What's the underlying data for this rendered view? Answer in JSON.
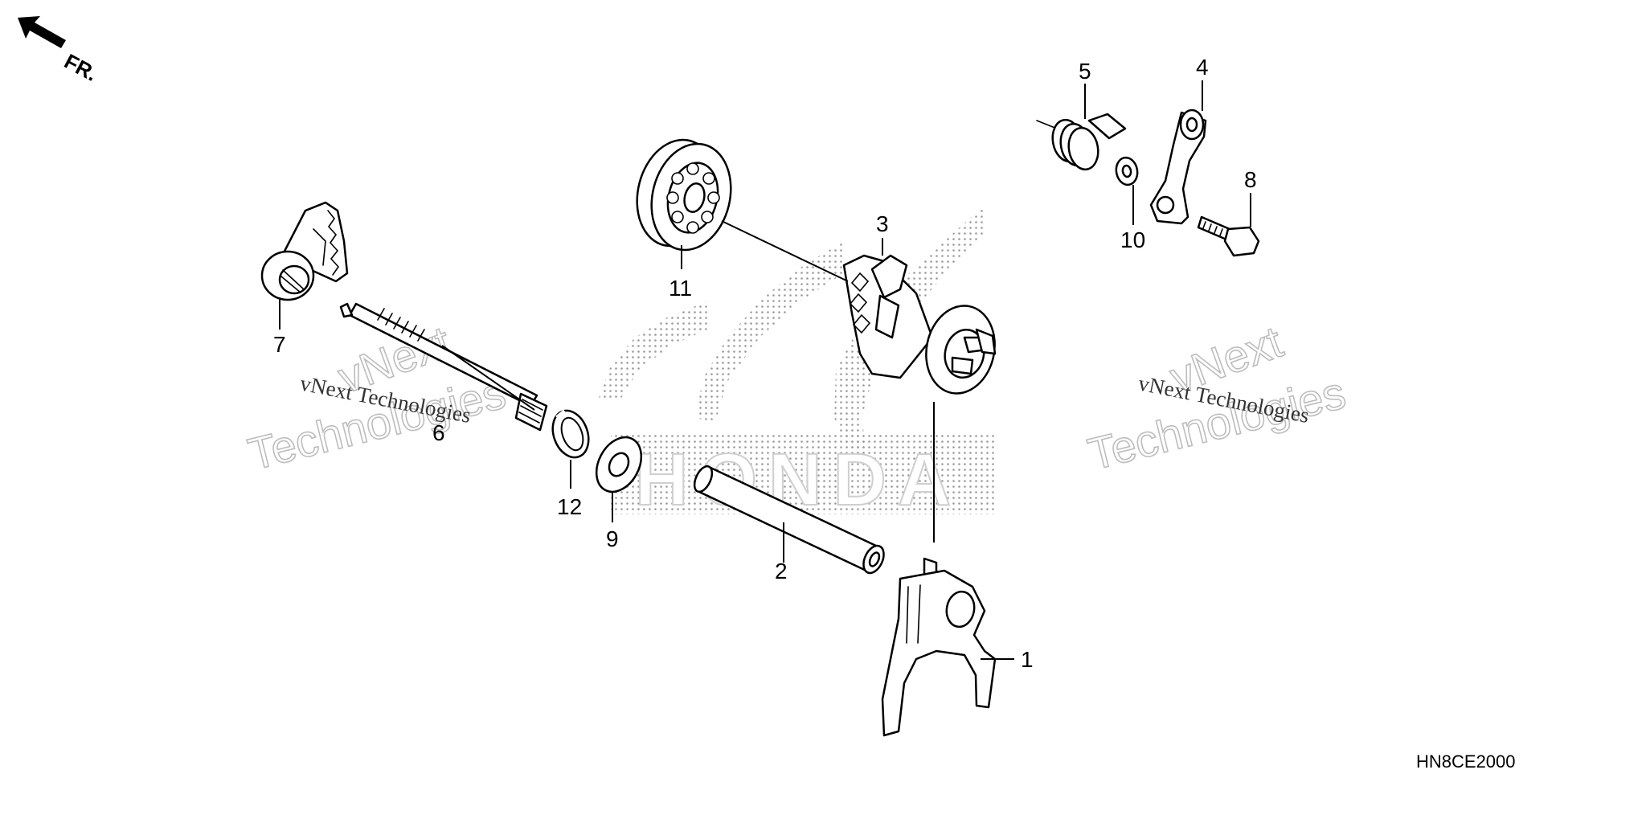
{
  "direction_marker": "FR.",
  "diagram_code": "HN8CE2000",
  "watermarks": [
    {
      "id": "left",
      "brand": "vNext",
      "word": "Technologies",
      "line": "vNext Technologies"
    },
    {
      "id": "right",
      "brand": "vNext",
      "word": "Technologies",
      "line": "vNext Technologies"
    }
  ],
  "logo_lettering": "HONDA",
  "parts": [
    {
      "number": "1"
    },
    {
      "number": "2"
    },
    {
      "number": "3"
    },
    {
      "number": "4"
    },
    {
      "number": "5"
    },
    {
      "number": "6"
    },
    {
      "number": "7"
    },
    {
      "number": "8"
    },
    {
      "number": "9"
    },
    {
      "number": "10"
    },
    {
      "number": "11"
    },
    {
      "number": "12"
    }
  ]
}
